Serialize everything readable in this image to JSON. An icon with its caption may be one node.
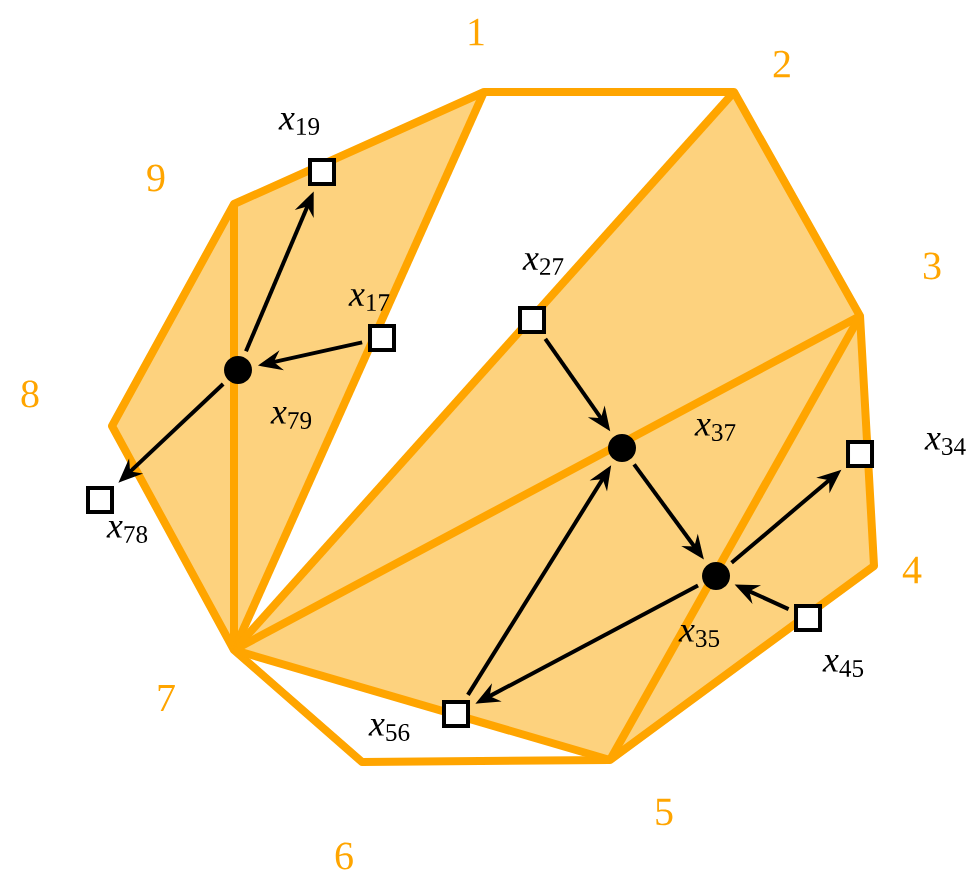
{
  "diagram": {
    "nodes": [
      {
        "text": [],
        "shape": "box",
        "beside": [
          "*x*$_{19}$"
        ]
      },
      {
        "text": [],
        "shape": "box",
        "beside": [
          "*x*$_{17}$"
        ]
      },
      {
        "text": [],
        "shape": "circle",
        "beside": [
          "*x*$_{79}$"
        ]
      },
      {
        "text": [],
        "shape": "box",
        "beside": [
          "*x*$_{78}$"
        ]
      },
      {
        "text": [],
        "shape": "box",
        "beside": [
          "*x*$_{27}$"
        ]
      },
      {
        "text": [],
        "shape": "circle",
        "beside": [
          "*x*$_{37}$"
        ]
      },
      {
        "text": [],
        "shape": "box",
        "beside": [
          "*x*$_{34}$"
        ]
      },
      {
        "text": [],
        "shape": "circle",
        "beside": [
          "*x*$_{35}$"
        ]
      },
      {
        "text": [],
        "shape": "box",
        "beside": [
          "*x*$_{45}$"
        ]
      },
      {
        "text": [],
        "shape": "box",
        "beside": [
          "*x*$_{56}$"
        ]
      }
    ],
    "edges": [
      {
        "from": 2,
        "to": 0,
        "arrow": "to"
      },
      {
        "from": 1,
        "to": 2,
        "arrow": "to"
      },
      {
        "from": 2,
        "to": 3,
        "arrow": "to"
      },
      {
        "from": 4,
        "to": 5,
        "arrow": "to"
      },
      {
        "from": 5,
        "to": 7,
        "arrow": "to"
      },
      {
        "from": 7,
        "to": 6,
        "arrow": "to"
      },
      {
        "from": 8,
        "to": 7,
        "arrow": "to"
      },
      {
        "from": 7,
        "to": 9,
        "arrow": "to"
      },
      {
        "from": 9,
        "to": 5,
        "arrow": "to"
      }
    ],
    "labels": [
      "1",
      "2",
      "3",
      "4",
      "5",
      "6",
      "7",
      "8",
      "9"
    ]
  }
}
